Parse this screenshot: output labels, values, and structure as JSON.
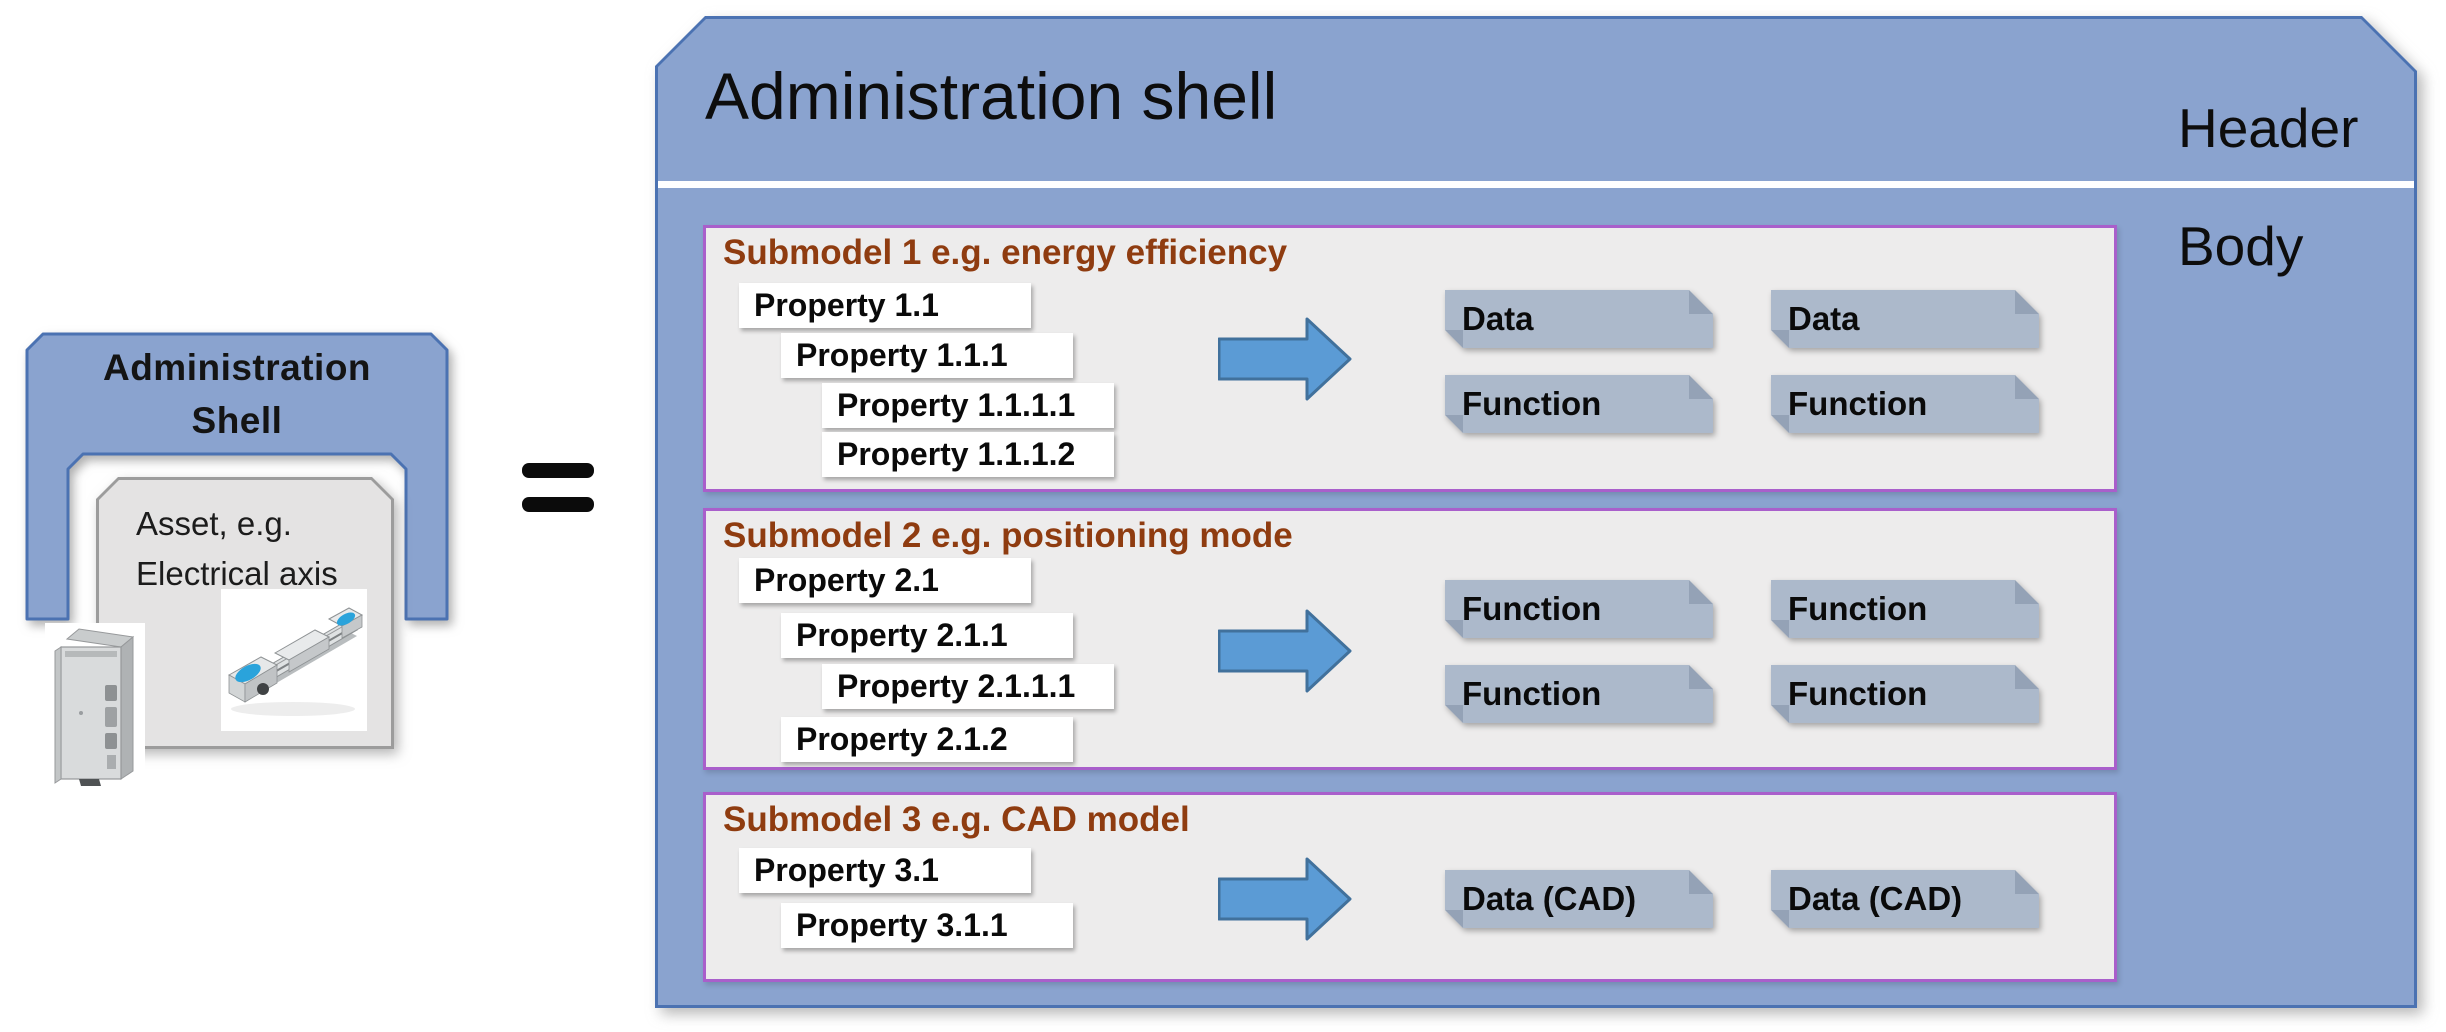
{
  "colors": {
    "panel_blue": "#8AA3CF",
    "panel_border_blue": "#4B72B2",
    "submodel_bg": "#EDECEC",
    "submodel_border_purple": "#A95FCB",
    "submodel_title_brown": "#8F3C10",
    "chip_gray_blue": "#ACB9CB",
    "chip_fold": "#94A2B6",
    "arrow_fill": "#5B9BD5",
    "arrow_border": "#41719C",
    "asset_gray": "#E4E3E3",
    "asset_border": "#9C9C9C",
    "accent_blue": "#2AA3DB"
  },
  "left_diagram": {
    "shell_line1": "Administration",
    "shell_line2": "Shell",
    "asset_line1": "Asset, e.g.",
    "asset_line2": "Electrical axis",
    "equals_sign": "=",
    "images": {
      "controller": "servo-drive-photo",
      "axis": "electrical-axis-photo"
    }
  },
  "panel": {
    "title": "Administration shell",
    "header_label": "Header",
    "body_label": "Body",
    "submodels": [
      {
        "title": "Submodel 1 e.g. energy efficiency",
        "properties": [
          {
            "label": "Property 1.1",
            "level": 1
          },
          {
            "label": "Property 1.1.1",
            "level": 2
          },
          {
            "label": "Property 1.1.1.1",
            "level": 3
          },
          {
            "label": "Property 1.1.1.2",
            "level": 3
          }
        ],
        "outputs": [
          "Data",
          "Data",
          "Function",
          "Function"
        ]
      },
      {
        "title": "Submodel 2 e.g. positioning mode",
        "properties": [
          {
            "label": "Property 2.1",
            "level": 1
          },
          {
            "label": "Property 2.1.1",
            "level": 2
          },
          {
            "label": "Property 2.1.1.1",
            "level": 3
          },
          {
            "label": "Property 2.1.2",
            "level": 2
          }
        ],
        "outputs": [
          "Function",
          "Function",
          "Function",
          "Function"
        ]
      },
      {
        "title": "Submodel 3 e.g. CAD model",
        "properties": [
          {
            "label": "Property 3.1",
            "level": 1
          },
          {
            "label": "Property 3.1.1",
            "level": 2
          }
        ],
        "outputs": [
          "Data (CAD)",
          "Data (CAD)"
        ]
      }
    ]
  }
}
